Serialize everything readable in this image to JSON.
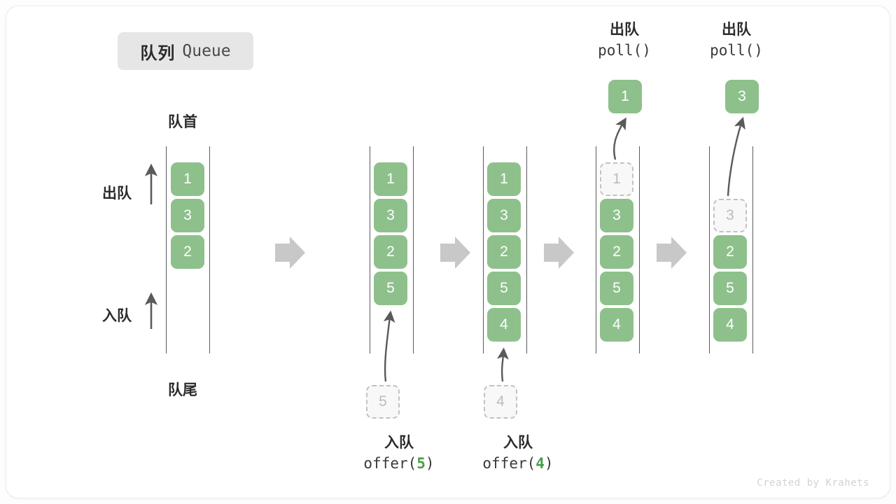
{
  "diagram": {
    "title_cn": "队列",
    "title_en": "Queue",
    "footer": "Created by Krahets",
    "colors": {
      "element_fill": "#8ec08c",
      "element_text": "#ffffff",
      "ghost_fill": "#f8f8f8",
      "ghost_border": "#c2c2c2",
      "ghost_text": "#bcbcbc",
      "arrow": "#5a5a5a",
      "step_arrow": "#c8c8c8",
      "badge_bg": "#e6e6e6",
      "accent_green": "#4a9e4a"
    },
    "labels": {
      "head": "队首",
      "tail": "队尾",
      "dequeue": "出队",
      "enqueue": "入队"
    },
    "panels": [
      {
        "id": "initial",
        "cells": [
          {
            "value": "1",
            "state": "filled"
          },
          {
            "value": "3",
            "state": "filled"
          },
          {
            "value": "2",
            "state": "filled"
          }
        ]
      },
      {
        "id": "after-offer-5",
        "cells": [
          {
            "value": "1",
            "state": "filled"
          },
          {
            "value": "3",
            "state": "filled"
          },
          {
            "value": "2",
            "state": "filled"
          },
          {
            "value": "5",
            "state": "filled"
          }
        ],
        "incoming": {
          "value": "5",
          "state": "ghost"
        },
        "op_cn": "入队",
        "op_fn": "offer(",
        "op_arg": "5",
        "op_close": ")"
      },
      {
        "id": "after-offer-4",
        "cells": [
          {
            "value": "1",
            "state": "filled"
          },
          {
            "value": "3",
            "state": "filled"
          },
          {
            "value": "2",
            "state": "filled"
          },
          {
            "value": "5",
            "state": "filled"
          },
          {
            "value": "4",
            "state": "filled"
          }
        ],
        "incoming": {
          "value": "4",
          "state": "ghost"
        },
        "op_cn": "入队",
        "op_fn": "offer(",
        "op_arg": "4",
        "op_close": ")"
      },
      {
        "id": "after-poll-1",
        "cells": [
          {
            "value": "1",
            "state": "ghost"
          },
          {
            "value": "3",
            "state": "filled"
          },
          {
            "value": "2",
            "state": "filled"
          },
          {
            "value": "5",
            "state": "filled"
          },
          {
            "value": "4",
            "state": "filled"
          }
        ],
        "outgoing": {
          "value": "1",
          "state": "filled"
        },
        "op_cn": "出队",
        "op_fn": "poll()"
      },
      {
        "id": "after-poll-3",
        "cells": [
          {
            "value": "3",
            "state": "ghost"
          },
          {
            "value": "2",
            "state": "filled"
          },
          {
            "value": "5",
            "state": "filled"
          },
          {
            "value": "4",
            "state": "filled"
          }
        ],
        "outgoing": {
          "value": "3",
          "state": "filled"
        },
        "op_cn": "出队",
        "op_fn": "poll()"
      }
    ]
  }
}
